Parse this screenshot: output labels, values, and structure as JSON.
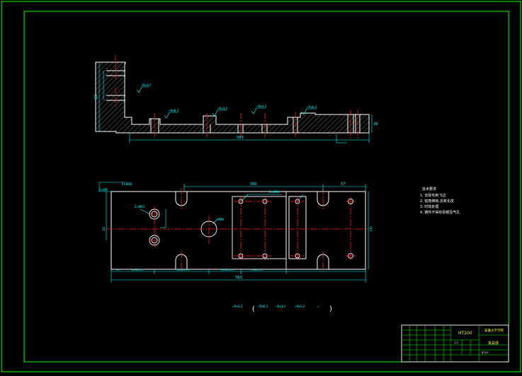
{
  "colors": {
    "background": "#000000",
    "frame": "#00ff00",
    "outline": "#ffffff",
    "centerline": "#ff2020",
    "dimension": "#00ffff",
    "note_text": "#ffffff",
    "title_text": "#ffff00",
    "hatch": "#ffffff"
  },
  "front_view": {
    "dim_length": "583",
    "dim_height": "62",
    "dim_side": "20",
    "roughness": [
      "√Ra3.2",
      "√Ra6.3",
      "√Ra3.2",
      "√Ra3.2",
      "√Ra6.3"
    ]
  },
  "top_view": {
    "dim_top_left": "300",
    "dim_top_mid": "2×Ø16",
    "dim_top_right": "57",
    "dim_left_a": "2×Ø8",
    "dim_left_b": "4×Ø16",
    "dim_hole_large": "Ø40",
    "dim_hole_left": "2×Ø13",
    "dim_total_width": "130",
    "dim_left_height": "62",
    "dim_total_length": "583",
    "dim_bottom": [
      "30",
      "80±0.05",
      "190±0.03",
      "130±0.03",
      "153±0.03"
    ]
  },
  "tech_notes": {
    "title": "技术要求",
    "items": [
      "1. 去除毛刺飞边",
      "2. 锐角倒钝,去氧化皮",
      "3. 时效处理",
      "4. 铸件不得有砂眼及气孔"
    ]
  },
  "roughness_legend": [
    "√Ra3.2",
    "√Ra6.3",
    "√Ra3.2",
    "√Ra3.2",
    "√"
  ],
  "title_block": {
    "material": "HT200",
    "school": "安徽大学学院",
    "part_name": "夹具体",
    "scale": "1:2",
    "drawing_no": "JJT-01"
  }
}
